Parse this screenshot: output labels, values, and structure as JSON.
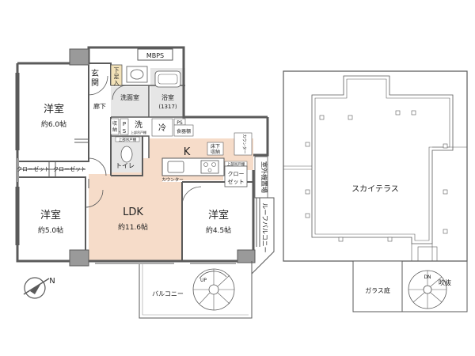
{
  "colors": {
    "wall": "#5a5a5a",
    "wall_light": "#9a9a9a",
    "ldk_floor": "#f6dcc9",
    "wet_floor": "#e6e6e6",
    "room_floor": "#ffffff",
    "terrace_floor": "#ffffff",
    "label_bg": "#ffffff"
  },
  "rooms": {
    "bedroom1": {
      "name": "洋室",
      "size": "約6.0帖"
    },
    "bedroom2": {
      "name": "洋室",
      "size": "約5.0帖"
    },
    "bedroom3": {
      "name": "洋室",
      "size": "約4.5帖"
    },
    "ldk": {
      "name": "LDK",
      "size": "約11.6帖"
    },
    "kitchen": {
      "name": "K"
    }
  },
  "labels": {
    "mbps": "MBPS",
    "genkan_1": "玄",
    "genkan_2": "関",
    "shoes_1": "下",
    "shoes_2": "足",
    "shoes_3": "入",
    "hallway": "廊下",
    "washroom": "洗面室",
    "bath": "浴室",
    "bath_size": "(1317)",
    "storage_1": "収",
    "storage_2": "納",
    "ps_1": "P",
    "ps_2": "S",
    "washer": "洗",
    "washer_sub": "上部吊戸棚",
    "fridge": "冷",
    "ps_top": "PS",
    "pantry": "食器棚",
    "toilet_top": "上部吊戸棚",
    "toilet": "トイレ",
    "counter_v": "カウンター",
    "underfloor_1": "床下",
    "underfloor_2": "収納",
    "closet_top": "上部吊戸棚",
    "closet_right_1": "クロー",
    "closet_right_2": "ゼット",
    "counter_h": "カウンター",
    "closet_left_1": "クローゼット",
    "closet_left_2": "クローゼット",
    "outdoor_unit": "室外機置場",
    "roof_balcony": "ルーフバルコニー",
    "balcony": "バルコニー",
    "stair_up": "UP",
    "sky_terrace": "スカイテラス",
    "glass_garden": "ガラス庭",
    "stair_dn": "DN",
    "void": "吹抜"
  },
  "compass": {
    "letter": "N"
  }
}
